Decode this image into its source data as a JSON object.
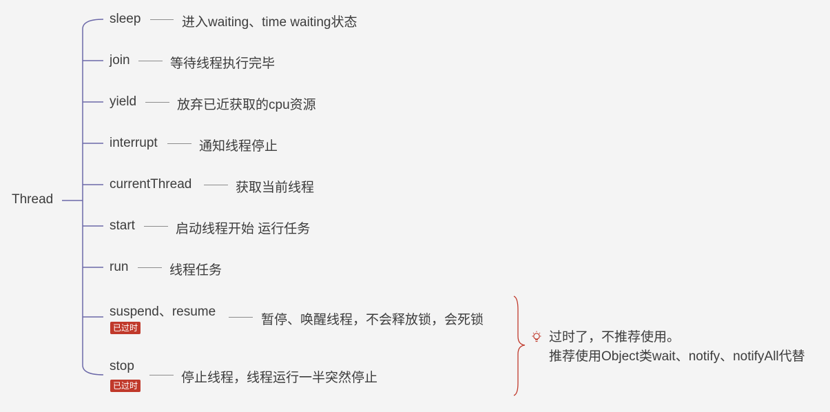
{
  "root": {
    "label": "Thread"
  },
  "methods": [
    {
      "name": "sleep",
      "description": "进入waiting、time waiting状态"
    },
    {
      "name": "join",
      "description": "等待线程执行完毕"
    },
    {
      "name": "yield",
      "description": "放弃已近获取的cpu资源"
    },
    {
      "name": "interrupt",
      "description": "通知线程停止"
    },
    {
      "name": "currentThread",
      "description": "获取当前线程"
    },
    {
      "name": "start",
      "description": "启动线程开始 运行任务"
    },
    {
      "name": "run",
      "description": "线程任务"
    },
    {
      "name": "suspend、resume",
      "description": "暂停、唤醒线程，不会释放锁，会死锁",
      "badge": "已过时"
    },
    {
      "name": "stop",
      "description": "停止线程，线程运行一半突然停止",
      "badge": "已过时"
    }
  ],
  "note": {
    "icon": "lightbulb-icon",
    "line1": "过时了，不推荐使用。",
    "line2": "推荐使用Object类wait、notify、notifyAll代替"
  },
  "colors": {
    "background": "#f4f4f4",
    "connector": "#6b68a8",
    "brace": "#c0392b",
    "badge": "#c0392b",
    "text": "#3c3c3c"
  }
}
